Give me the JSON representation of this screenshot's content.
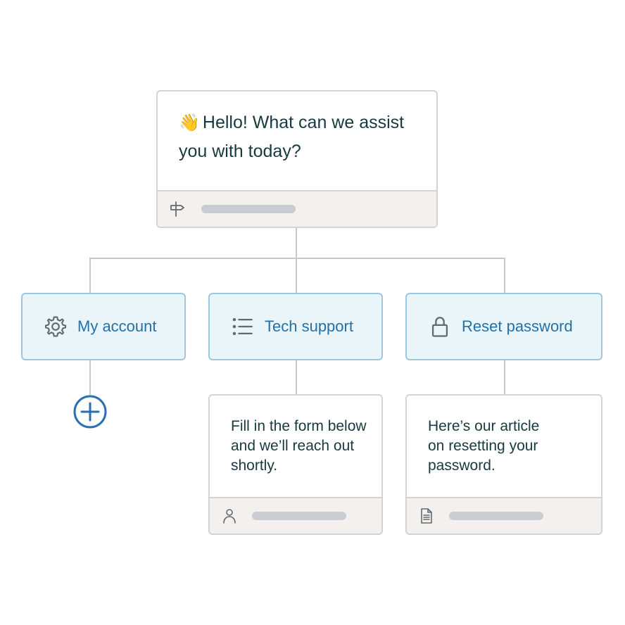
{
  "root": {
    "emoji": "👋",
    "text": "Hello! What can we assist you with today?",
    "footer_icon": "signpost-icon"
  },
  "options": [
    {
      "id": "my-account",
      "label": "My account",
      "icon": "gear-icon"
    },
    {
      "id": "tech-support",
      "label": "Tech support",
      "icon": "list-icon"
    },
    {
      "id": "reset-password",
      "label": "Reset password",
      "icon": "lock-icon"
    }
  ],
  "replies": [
    {
      "option": "tech-support",
      "text": "Fill in the form below and we’ll reach out shortly.",
      "footer_icon": "person-icon"
    },
    {
      "option": "reset-password",
      "text": "Here’s our article on resetting your password.",
      "footer_icon": "document-icon"
    }
  ],
  "add_button": {
    "icon": "plus-circle-icon"
  },
  "colors": {
    "line": "#c9c9c9",
    "card_border": "#d3d3d3",
    "footer_bg": "#f3f0ed",
    "option_bg": "#eaf5f9",
    "option_border": "#9cc7df",
    "option_text": "#2470a8",
    "body_text": "#173a3f",
    "accent": "#2a6fb0"
  }
}
